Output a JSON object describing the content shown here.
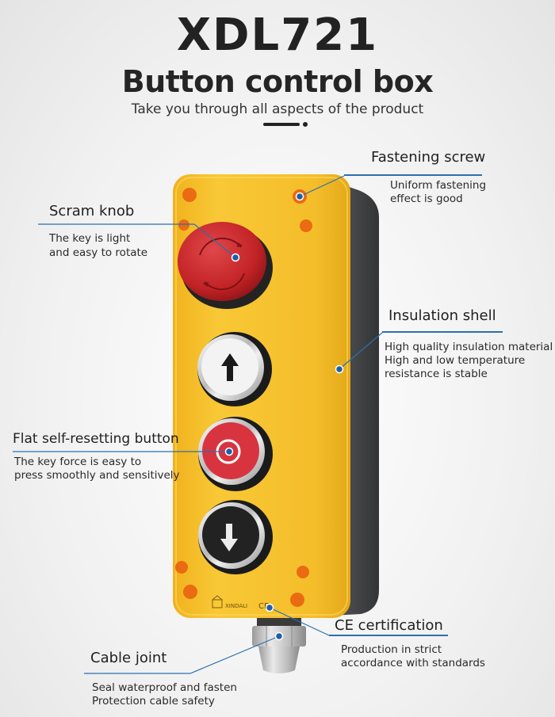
{
  "header": {
    "model": "XDL721",
    "product": "Button control box",
    "tagline": "Take you through all aspects of the product"
  },
  "callouts": {
    "scram_knob": {
      "title": "Scram knob",
      "desc": [
        "The key is light",
        "and easy to rotate"
      ]
    },
    "fastening_screw": {
      "title": "Fastening screw",
      "desc": [
        "Uniform fastening",
        "effect is good"
      ]
    },
    "insulation_shell": {
      "title": "Insulation shell",
      "desc": [
        "High quality insulation material",
        "High and low temperature",
        "resistance is stable"
      ]
    },
    "flat_button": {
      "title": "Flat self-resetting button",
      "desc": [
        "The key force is easy to",
        "press smoothly and sensitively"
      ]
    },
    "ce_certification": {
      "title": "CE certification",
      "desc": [
        "Production in strict",
        "accordance with standards"
      ]
    },
    "cable_joint": {
      "title": "Cable joint",
      "desc": [
        "Seal waterproof and fasten",
        "Protection cable safety"
      ]
    }
  },
  "device": {
    "brand_mark": "XINDALI",
    "cert_mark": "CE",
    "colors": {
      "shell": "#f4bd2a",
      "side": "#3c3d3f",
      "estop": "#c8262a",
      "accent": "#2b6fae"
    },
    "buttons": [
      {
        "name": "up",
        "icon": "arrow-up-icon",
        "face": "#f5f5f5"
      },
      {
        "name": "center",
        "icon": "ring-icon",
        "face": "#d8343f"
      },
      {
        "name": "down",
        "icon": "arrow-down-icon",
        "face": "#222222"
      }
    ]
  }
}
